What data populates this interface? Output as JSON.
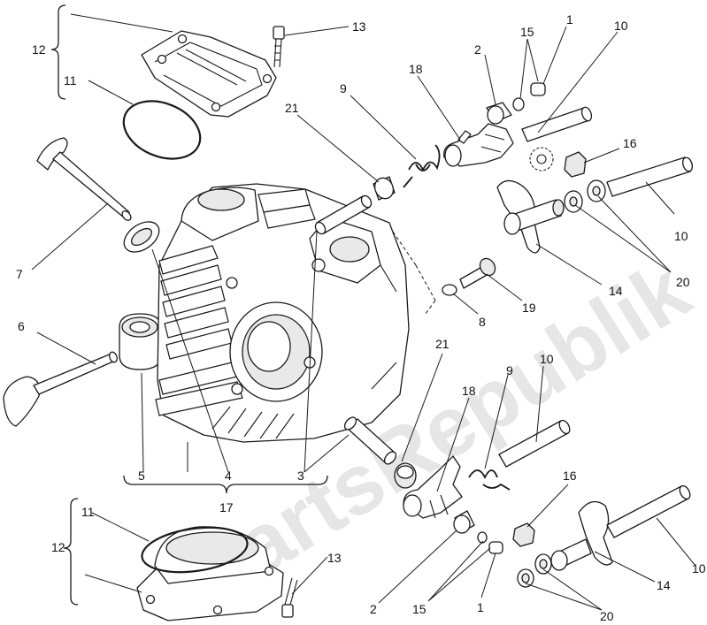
{
  "watermark": "PartsRepublik",
  "callouts": {
    "c1_top": "1",
    "c2_top": "2",
    "c3": "3",
    "c4": "4",
    "c5": "5",
    "c6": "6",
    "c7": "7",
    "c8": "8",
    "c9_top": "9",
    "c9_bot": "9",
    "c10_a": "10",
    "c10_b": "10",
    "c10_c": "10",
    "c10_d": "10",
    "c11_top": "11",
    "c11_bot": "11",
    "c12_top": "12",
    "c12_bot": "12",
    "c13_top": "13",
    "c13_bot": "13",
    "c14_top": "14",
    "c14_bot": "14",
    "c15_top": "15",
    "c15_bot": "15",
    "c16_top": "16",
    "c16_bot": "16",
    "c17": "17",
    "c18_top": "18",
    "c18_bot": "18",
    "c19": "19",
    "c20_top": "20",
    "c20_bot": "20",
    "c21_top": "21",
    "c21_bot": "21",
    "c1_bot": "1",
    "c2_bot": "2"
  }
}
